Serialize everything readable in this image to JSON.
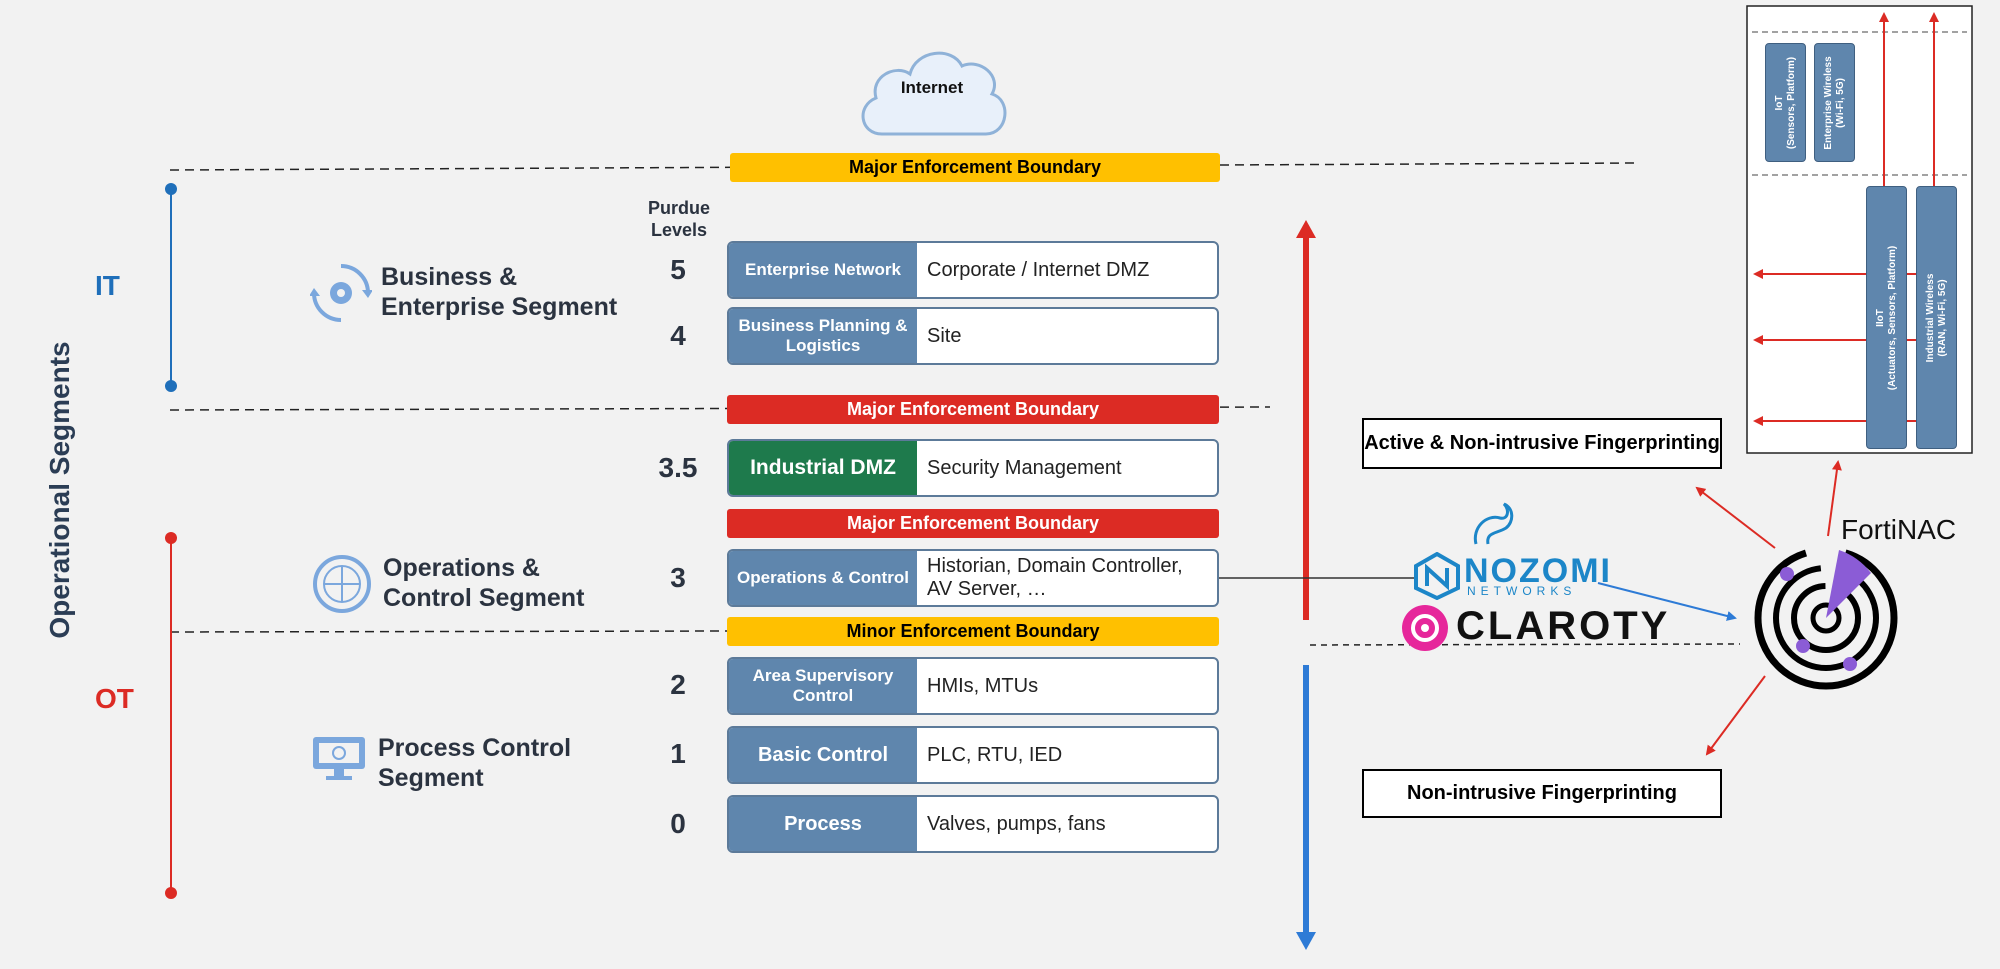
{
  "internet_label": "Internet",
  "operational_segments_label": "Operational Segments",
  "it_label": "IT",
  "ot_label": "OT",
  "purdue_label_line1": "Purdue",
  "purdue_label_line2": "Levels",
  "boundaries": {
    "top": "Major Enforcement Boundary",
    "it_dmz": "Major Enforcement Boundary",
    "dmz_ops": "Major Enforcement Boundary",
    "minor": "Minor Enforcement Boundary"
  },
  "segments": {
    "business": [
      "Business &",
      "Enterprise Segment"
    ],
    "operations": [
      "Operations &",
      "Control Segment"
    ],
    "process": [
      "Process Control",
      "Segment"
    ]
  },
  "levels": [
    {
      "num": "5",
      "name": "Enterprise Network",
      "desc": "Corporate / Internet DMZ"
    },
    {
      "num": "4",
      "name": "Business Planning & Logistics",
      "desc": "Site"
    },
    {
      "num": "3.5",
      "name": "Industrial DMZ",
      "desc": "Security Management"
    },
    {
      "num": "3",
      "name": "Operations & Control",
      "desc": "Historian, Domain Controller, AV Server, …"
    },
    {
      "num": "2",
      "name": "Area Supervisory Control",
      "desc": "HMIs, MTUs"
    },
    {
      "num": "1",
      "name": "Basic Control",
      "desc": "PLC, RTU, IED"
    },
    {
      "num": "0",
      "name": "Process",
      "desc": "Valves, pumps, fans"
    }
  ],
  "fingerprinting": {
    "active": "Active & Non-intrusive Fingerprinting",
    "passive": "Non-intrusive Fingerprinting"
  },
  "vendors": {
    "nozomi": "NOZOMI",
    "nozomi_sub": "NETWORKS",
    "claroty": "CLAROTY",
    "fortinac": "FortiNAC"
  },
  "wireless_panel": {
    "iot": [
      "IoT",
      "(Sensors, Platform)"
    ],
    "enterprise_wireless": [
      "Enterprise Wireless",
      "(Wi-Fi, 5G)"
    ],
    "iiot": [
      "IIoT",
      "(Actuators, Sensors, Platform)"
    ],
    "industrial_wireless": [
      "Industrial Wireless",
      "(RAN, Wi-Fi, 5G)"
    ]
  },
  "colors": {
    "it_blue": "#1f6fba",
    "ot_red": "#dc2b24",
    "boundary_yellow": "#ffc000",
    "level_blue": "#5f86ad",
    "dmz_green": "#1e7a4c",
    "nozomi_blue": "#1c86c8",
    "claroty_pink": "#e6279b",
    "fortinac_purple": "#8b5cd6"
  }
}
